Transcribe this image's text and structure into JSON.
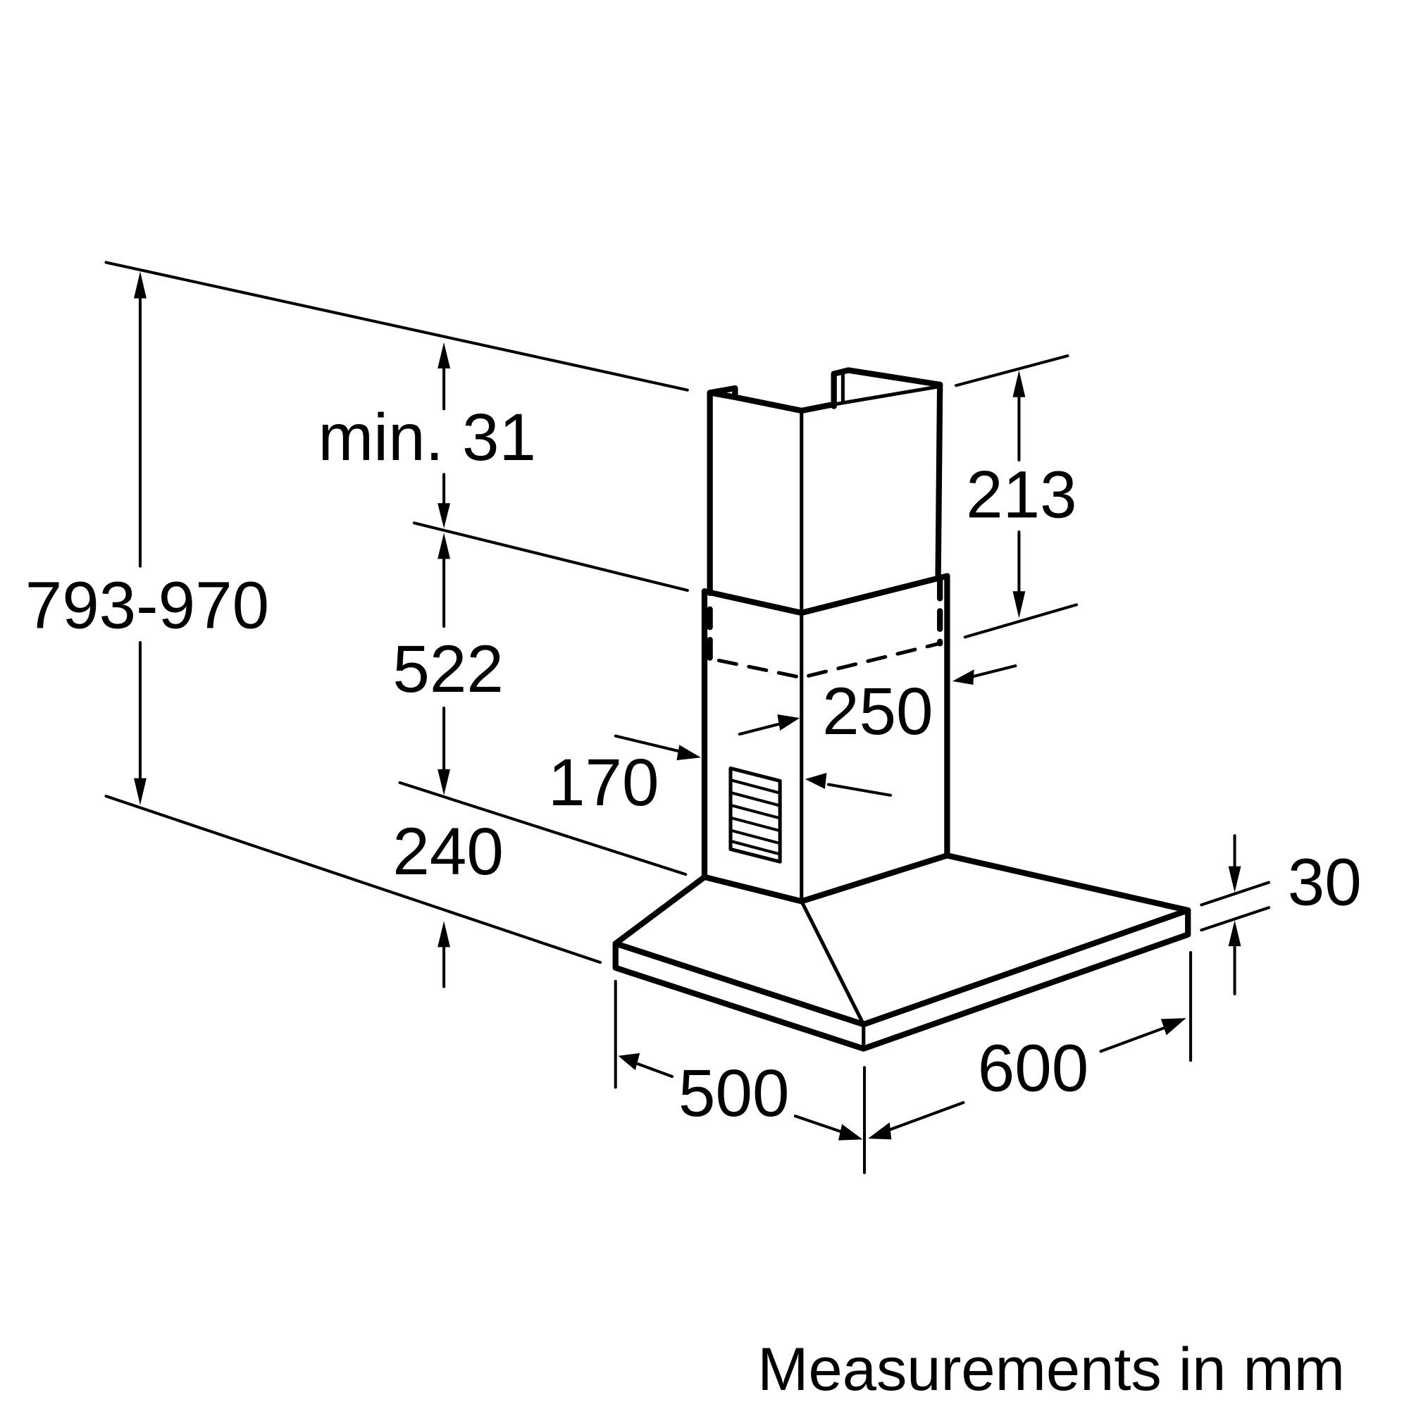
{
  "diagram": {
    "subject": "chimney cooker hood dimension drawing",
    "dimensions": {
      "total_height": "793-970",
      "top_clearance": "min. 31",
      "upper_chimney_height": "213",
      "chimney_section": "522",
      "canopy_height": "240",
      "chimney_width": "250",
      "chimney_depth": "170",
      "canopy_depth": "500",
      "canopy_width": "600",
      "canopy_thickness": "30"
    },
    "footer": "Measurements in mm",
    "colors": {
      "line": "#000000",
      "background": "#ffffff"
    }
  }
}
